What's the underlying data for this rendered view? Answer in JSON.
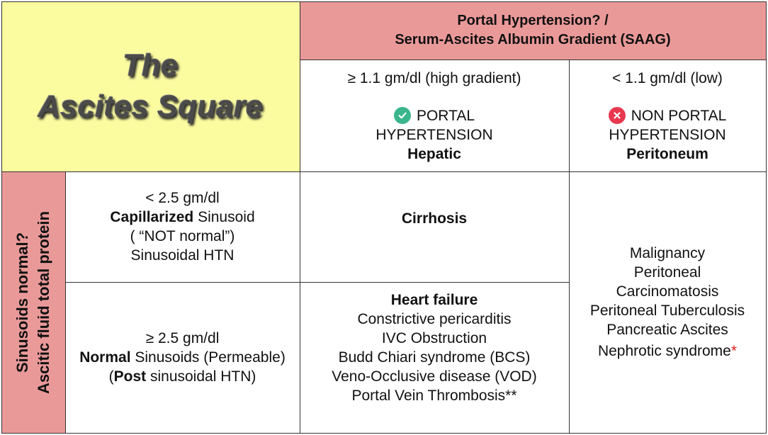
{
  "title": {
    "line1": "The",
    "line2": "Ascites Square"
  },
  "saag_header": {
    "line1": "Portal Hypertension? /",
    "line2": "Serum-Ascites Albumin Gradient (SAAG)"
  },
  "high_gradient": {
    "threshold": "≥ 1.1 gm/dl (high gradient)",
    "status_line1": "PORTAL",
    "status_line2": "HYPERTENSION",
    "site": "Hepatic",
    "icon": "check-circle-icon",
    "icon_color": "#3bb58c"
  },
  "low_gradient": {
    "threshold": "< 1.1 gm/dl (low)",
    "status_line1": "NON PORTAL",
    "status_line2": "HYPERTENSION",
    "site": "Peritoneum",
    "icon": "x-circle-icon",
    "icon_color": "#e8384f"
  },
  "side_label": {
    "line1": "Sinusoids normal?",
    "line2": "Ascitic fluid total protein"
  },
  "low_protein": {
    "threshold": "< 2.5 gm/dl",
    "line2_bold": "Capillarized",
    "line2_rest": " Sinusoid",
    "line3": "( “NOT normal”)",
    "line4": "Sinusoidal HTN"
  },
  "high_protein": {
    "threshold": "≥ 2.5 gm/dl",
    "line2_bold": "Normal",
    "line2_rest": " Sinusoids (Permeable)",
    "line3_open": "(",
    "line3_bold": "Post",
    "line3_rest": " sinusoidal HTN)"
  },
  "cirrhosis": "Cirrhosis",
  "heart_failure": {
    "title": "Heart failure",
    "items": [
      "Constrictive pericarditis",
      "IVC Obstruction",
      "Budd Chiari syndrome (BCS)",
      "Veno-Occlusive disease (VOD)",
      "Portal Vein Thrombosis**"
    ]
  },
  "non_portal": {
    "items": [
      "Malignancy",
      "Peritoneal",
      "Carcinomatosis",
      "Peritoneal Tuberculosis",
      "Pancreatic Ascites"
    ],
    "last_item": "Nephrotic syndrome",
    "last_marker": "*",
    "marker_color": "#e02020"
  },
  "colors": {
    "title_bg": "#fbfba0",
    "header_bg": "#ea9999",
    "grid_line": "#333333"
  }
}
